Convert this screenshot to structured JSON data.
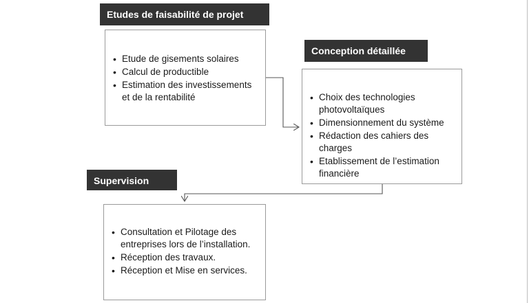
{
  "stages": [
    {
      "title": "Etudes de faisabilité de projet",
      "items": [
        "Etude de gisements solaires",
        "Calcul de productible",
        "Estimation des investissements et de la rentabilité"
      ]
    },
    {
      "title": "Conception détaillée",
      "items": [
        "Choix des technologies photovoltaïques",
        "Dimensionnement du système",
        "Rédaction des cahiers des charges",
        "Etablissement de l’estimation financière"
      ]
    },
    {
      "title": "Supervision",
      "items": [
        "Consultation et Pilotage des entreprises lors de l’installation.",
        "Réception des travaux.",
        "Réception et Mise en services."
      ]
    }
  ],
  "colors": {
    "header_bg": "#333333",
    "header_text": "#ffffff",
    "box_border": "#9a9a9a",
    "connector": "#555555"
  }
}
